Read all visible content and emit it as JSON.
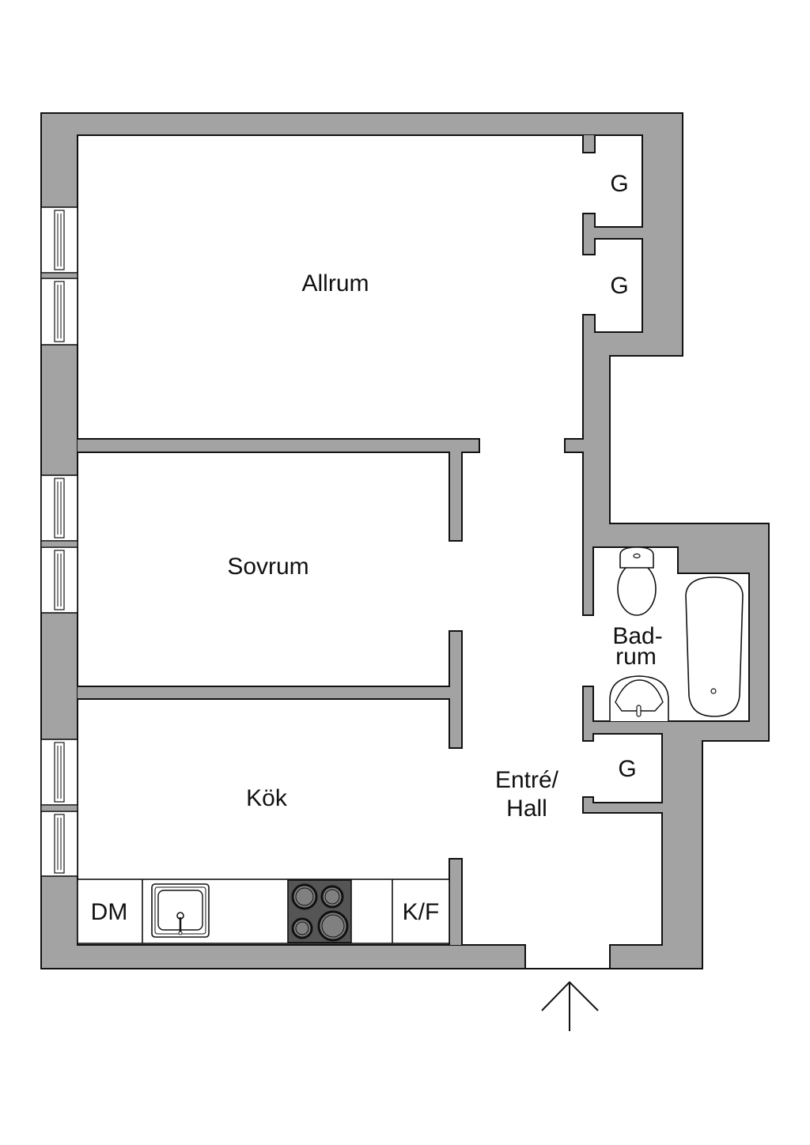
{
  "rooms": {
    "allrum": "Allrum",
    "sovrum": "Sovrum",
    "kok": "Kök",
    "entre_line1": "Entré/",
    "entre_line2": "Hall",
    "badrum_line1": "Bad-",
    "badrum_line2": "rum"
  },
  "closets": [
    "G",
    "G",
    "G"
  ],
  "kitchen": {
    "dishwasher": "DM",
    "fridge_freezer": "K/F"
  },
  "colors": {
    "wall": "#a3a3a3",
    "hob": "#555555",
    "burner": "#808080"
  },
  "entrance_icon": "arrow-up-icon"
}
